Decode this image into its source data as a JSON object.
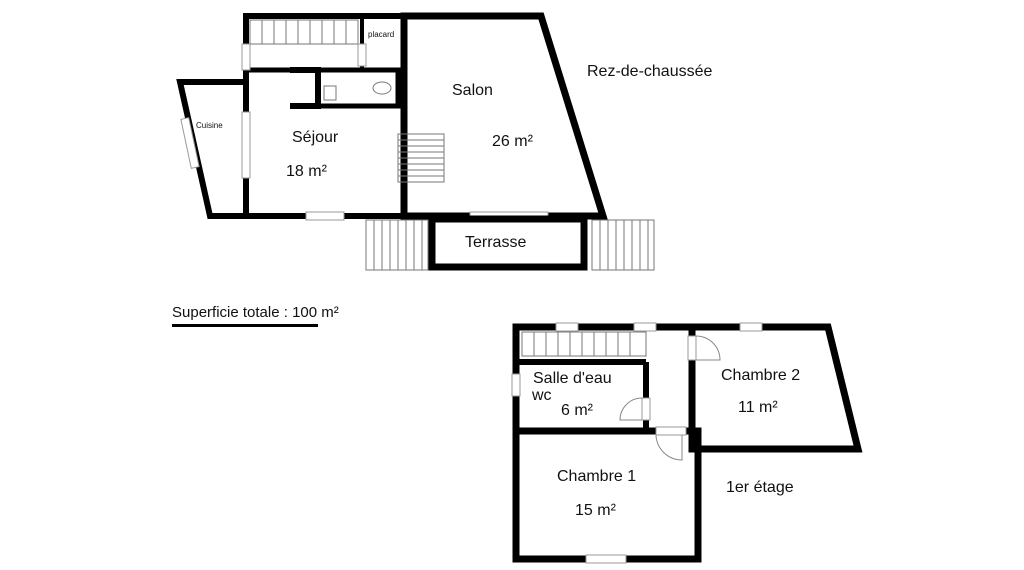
{
  "ground_floor": {
    "title": "Rez-de-chaussée",
    "rooms": {
      "cuisine": "Cuisine",
      "placard": "placard",
      "sejour": "Séjour",
      "sejour_area": "18 m²",
      "salon": "Salon",
      "salon_area": "26 m²",
      "terrasse": "Terrasse"
    }
  },
  "total_area": "Superficie totale : 100 m²",
  "first_floor": {
    "title": "1er étage",
    "rooms": {
      "salle_deau": "Salle d'eau",
      "wc": "wc",
      "salle_deau_area": "6 m²",
      "chambre2": "Chambre 2",
      "chambre2_area": "11 m²",
      "chambre1": "Chambre 1",
      "chambre1_area": "15 m²"
    }
  }
}
